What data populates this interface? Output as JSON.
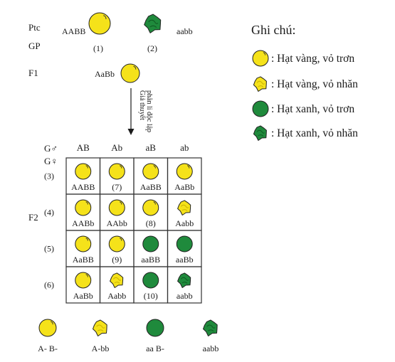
{
  "generations": {
    "ptc": "Ptc",
    "gp": "GP",
    "f1": "F1",
    "f2": "F2"
  },
  "parents": {
    "left_genotype": "AABB",
    "right_genotype": "aabb",
    "gamete_left": "(1)",
    "gamete_right": "(2)",
    "f1_genotype": "AaBb"
  },
  "arrow_text": {
    "line1": "Giả thuyết",
    "line2": "phân li độc lập"
  },
  "punnett": {
    "male_label": "G♂",
    "female_label": "G♀",
    "col_headers": [
      "AB",
      "Ab",
      "aB",
      "ab"
    ],
    "row_headers": [
      "(3)",
      "(4)",
      "(5)",
      "(6)"
    ],
    "cells": [
      [
        {
          "label": "AABB",
          "seed": "yellow-smooth"
        },
        {
          "label": "(7)",
          "seed": "yellow-smooth"
        },
        {
          "label": "AaBB",
          "seed": "yellow-smooth"
        },
        {
          "label": "AaBb",
          "seed": "yellow-smooth"
        }
      ],
      [
        {
          "label": "AABb",
          "seed": "yellow-smooth"
        },
        {
          "label": "AAbb",
          "seed": "yellow-smooth"
        },
        {
          "label": "(8)",
          "seed": "yellow-smooth"
        },
        {
          "label": "Aabb",
          "seed": "yellow-wrinkled"
        }
      ],
      [
        {
          "label": "AaBB",
          "seed": "yellow-smooth"
        },
        {
          "label": "(9)",
          "seed": "yellow-smooth"
        },
        {
          "label": "aaBB",
          "seed": "green-smooth"
        },
        {
          "label": "aaBb",
          "seed": "green-smooth"
        }
      ],
      [
        {
          "label": "AaBb",
          "seed": "yellow-smooth"
        },
        {
          "label": "Aabb",
          "seed": "yellow-wrinkled"
        },
        {
          "label": "(10)",
          "seed": "green-smooth"
        },
        {
          "label": "aabb",
          "seed": "green-wrinkled"
        }
      ]
    ]
  },
  "phenotype_summary": [
    {
      "label": "A- B-",
      "seed": "yellow-smooth"
    },
    {
      "label": "A-bb",
      "seed": "yellow-wrinkled"
    },
    {
      "label": "aa B-",
      "seed": "green-smooth"
    },
    {
      "label": "aabb",
      "seed": "green-wrinkled"
    }
  ],
  "legend": {
    "title": "Ghi chú:",
    "items": [
      {
        "seed": "yellow-smooth",
        "text": ": Hạt vàng, vỏ trơn"
      },
      {
        "seed": "yellow-wrinkled",
        "text": ": Hạt vàng, vỏ nhăn"
      },
      {
        "seed": "green-smooth",
        "text": ": Hạt xanh, vỏ trơn"
      },
      {
        "seed": "green-wrinkled",
        "text": ": Hạt xanh, vỏ nhăn"
      }
    ]
  },
  "colors": {
    "yellow": "#f5e21a",
    "yellow_dark": "#c9b100",
    "green": "#1f8a3c",
    "green_dark": "#0f5a22",
    "grid": "#333333"
  }
}
